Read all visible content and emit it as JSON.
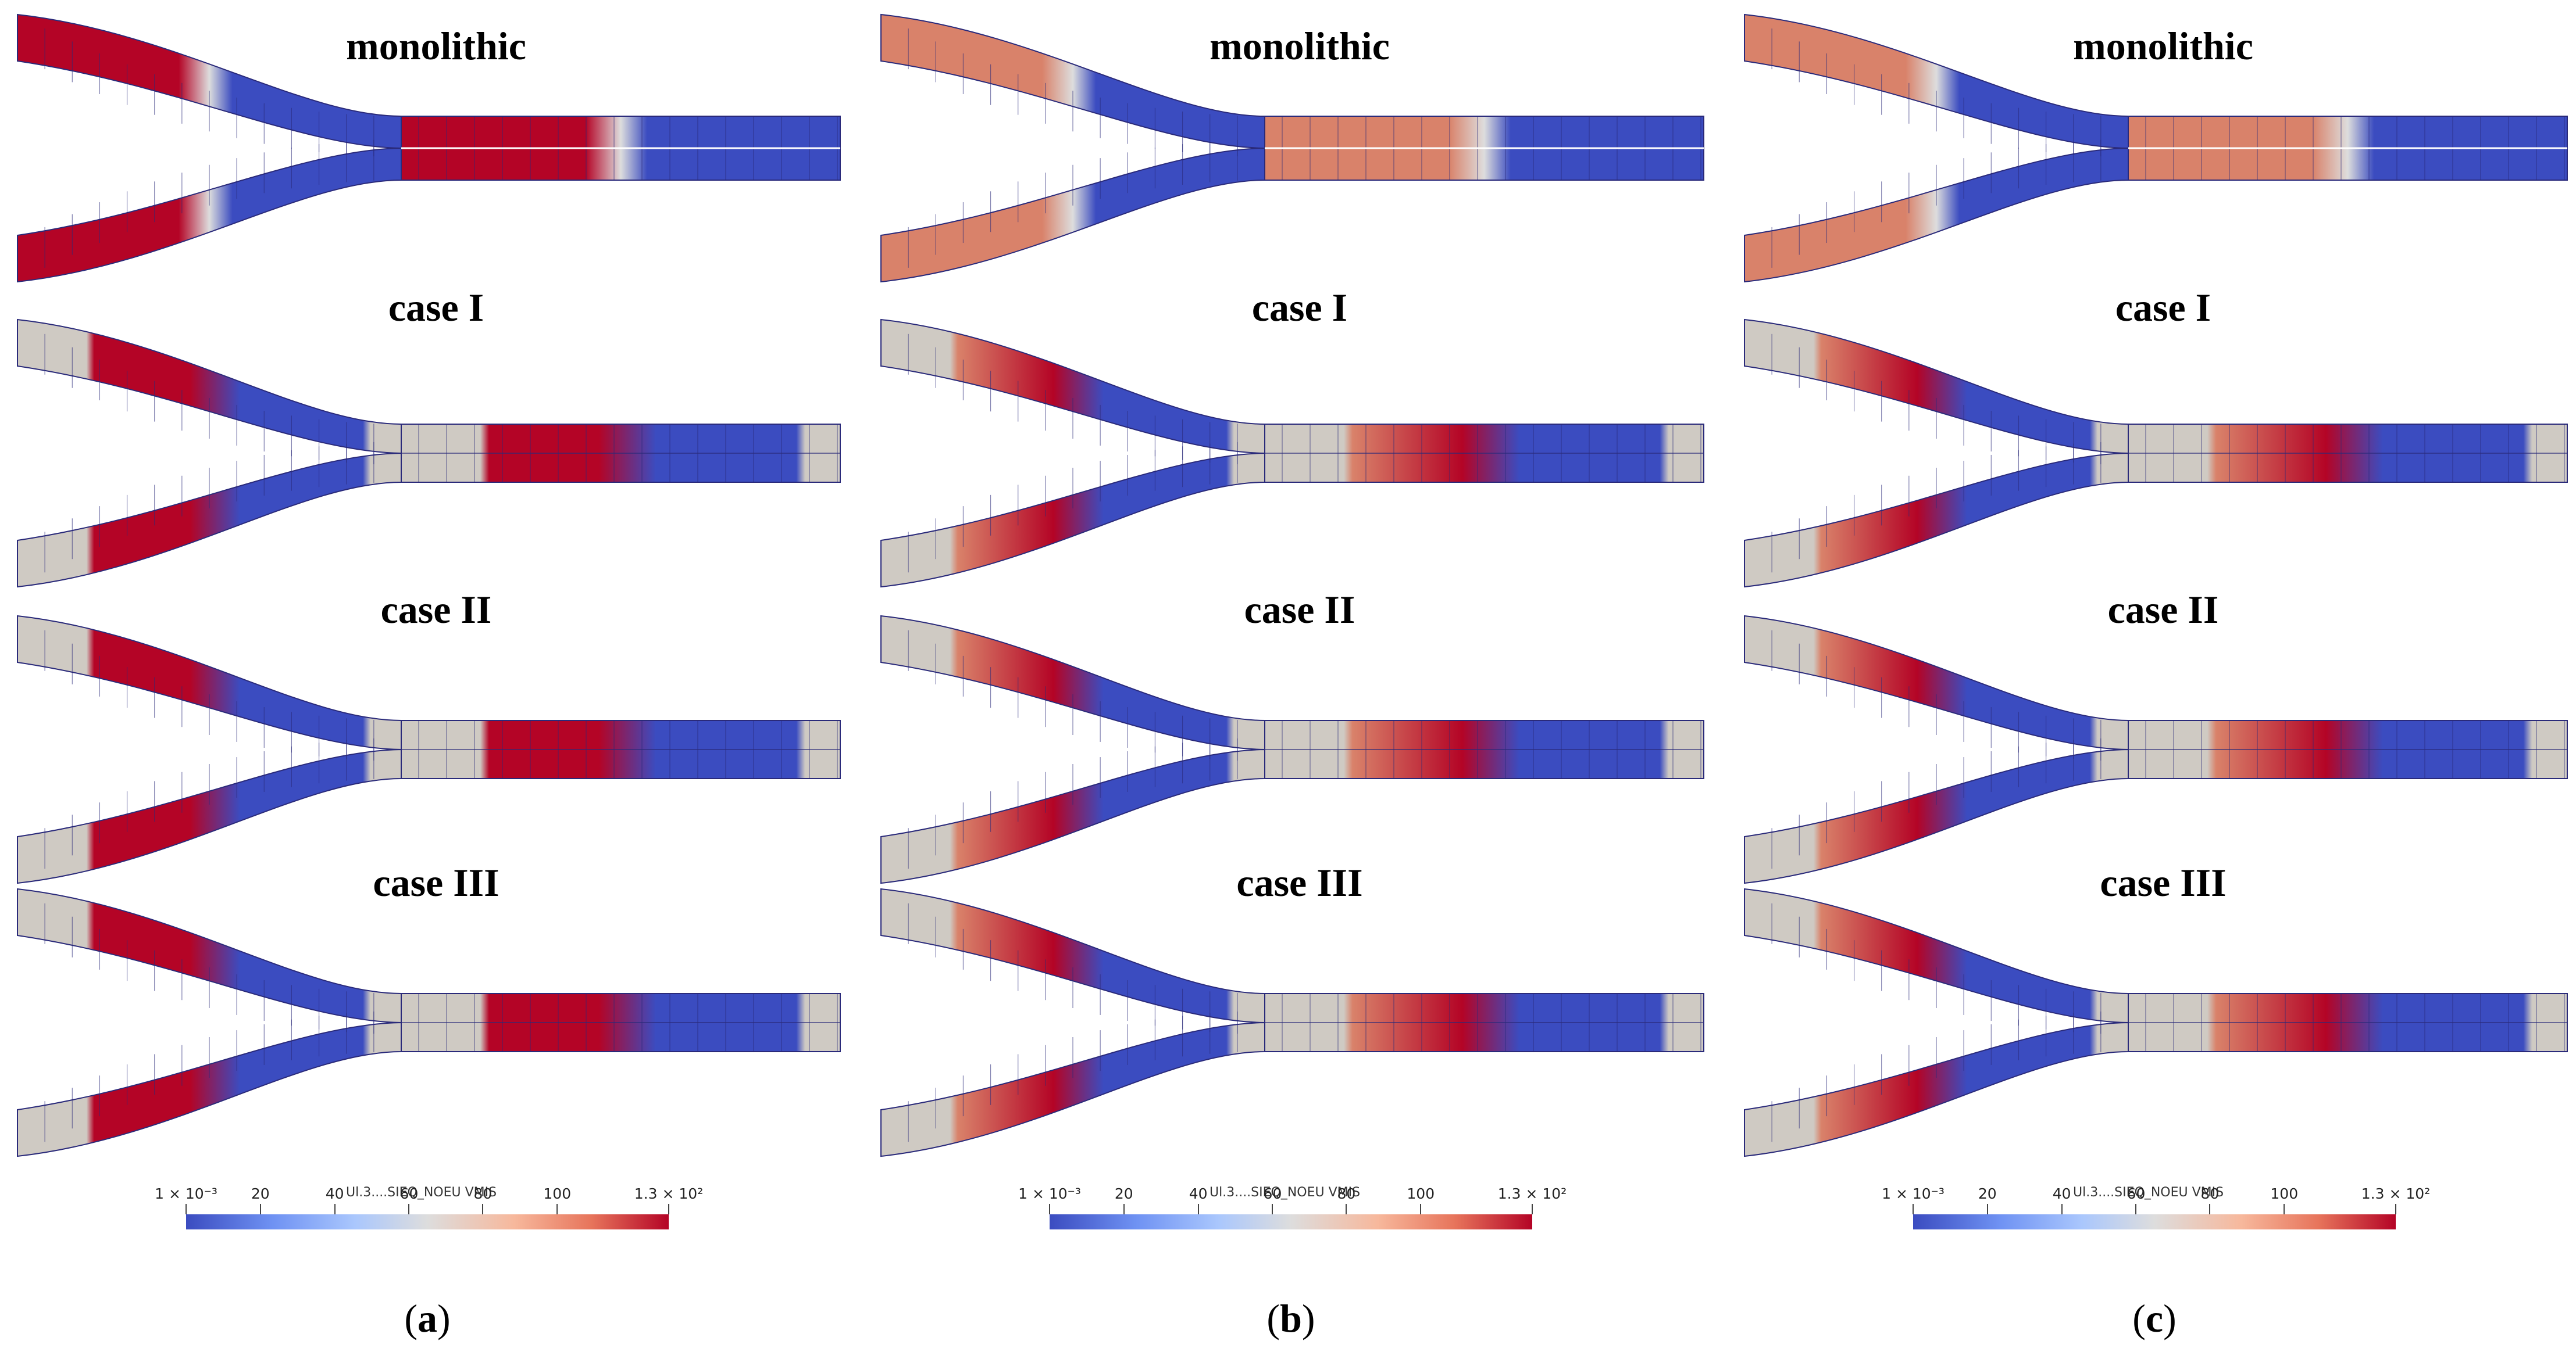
{
  "panels": [
    {
      "label": "a",
      "cases": [
        "monolithic",
        "case I",
        "case II",
        "case III"
      ],
      "colorbar": {
        "title": "Ul.3....SIEQ_NOEU VMIS",
        "min_label": "1 × 10⁻³",
        "max_label": "1.3 × 10²",
        "ticks": [
          "20",
          "40",
          "60",
          "80",
          "100"
        ],
        "colors": [
          "#3b4cc0",
          "#dddddd",
          "#b40426"
        ]
      }
    },
    {
      "label": "b",
      "cases": [
        "monolithic",
        "case I",
        "case II",
        "case III"
      ],
      "colorbar": {
        "title": "Ul.3....SIEQ_NOEU VMIS",
        "min_label": "1 × 10⁻³",
        "max_label": "1.3 × 10²",
        "ticks": [
          "20",
          "40",
          "60",
          "80",
          "100"
        ],
        "colors": [
          "#3b4cc0",
          "#dddddd",
          "#b40426"
        ]
      }
    },
    {
      "label": "c",
      "cases": [
        "monolithic",
        "case I",
        "case II",
        "case III"
      ],
      "colorbar": {
        "title": "Ul.3....SIEQ_NOEU VMIS",
        "min_label": "1 × 10⁻³",
        "max_label": "1.3 × 10²",
        "ticks": [
          "20",
          "40",
          "60",
          "80",
          "100"
        ],
        "colors": [
          "#3b4cc0",
          "#dddddd",
          "#b40426"
        ]
      }
    }
  ]
}
